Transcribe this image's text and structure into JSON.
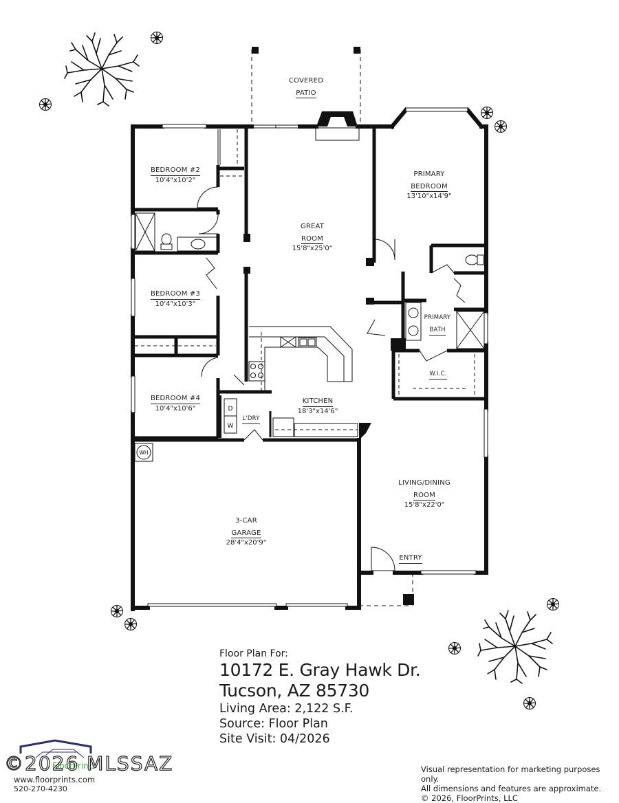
{
  "rooms": [
    {
      "id": "covered-patio",
      "name_lines": [
        "COVERED",
        "PATIO"
      ],
      "dimensions": ""
    },
    {
      "id": "bedroom-2",
      "name_lines": [
        "BEDROOM #2"
      ],
      "dimensions": "10'4\"x10'2\""
    },
    {
      "id": "great-room",
      "name_lines": [
        "GREAT",
        "ROOM"
      ],
      "dimensions": "15'8\"x25'0\""
    },
    {
      "id": "primary-bedroom",
      "name_lines": [
        "PRIMARY",
        "BEDROOM"
      ],
      "dimensions": "13'10\"x14'9\""
    },
    {
      "id": "bedroom-3",
      "name_lines": [
        "BEDROOM #3"
      ],
      "dimensions": "10'4\"x10'3\""
    },
    {
      "id": "primary-bath",
      "name_lines": [
        "PRIMARY",
        "BATH"
      ],
      "dimensions": ""
    },
    {
      "id": "wic",
      "name_lines": [
        "W.I.C."
      ],
      "dimensions": ""
    },
    {
      "id": "bedroom-4",
      "name_lines": [
        "BEDROOM #4"
      ],
      "dimensions": "10'4\"x10'6\""
    },
    {
      "id": "kitchen",
      "name_lines": [
        "KITCHEN"
      ],
      "dimensions": "18'3\"x14'6\""
    },
    {
      "id": "laundry",
      "name_lines": [
        "L'DRY"
      ],
      "dimensions": ""
    },
    {
      "id": "garage",
      "name_lines": [
        "3-CAR",
        "GARAGE"
      ],
      "dimensions": "28'4\"x20'9\""
    },
    {
      "id": "living-dining",
      "name_lines": [
        "LIVING/DINING",
        "ROOM"
      ],
      "dimensions": "15'8\"x22'0\""
    },
    {
      "id": "entry",
      "name_lines": [
        "ENTRY"
      ],
      "dimensions": ""
    }
  ],
  "fixtures": {
    "water_heater": "WH",
    "dryer": "D",
    "washer": "W"
  },
  "info": {
    "intro": "Floor Plan For:",
    "address_line1": "10172 E. Gray Hawk Dr.",
    "address_line2": "Tucson, AZ 85730",
    "living_area": "Living Area:  2,122 S.F.",
    "source": "Source:  Floor Plan",
    "site_visit": "Site Visit:  04/2026"
  },
  "disclaimer": {
    "line1": "Visual representation for marketing purposes only.",
    "line2": "All dimensions and features are approximate.",
    "line3": "© 2026, FloorPrints, LLC"
  },
  "logo": {
    "brand": "FloorPrints",
    "website": "www.floorprints.com",
    "phone": "520-270-4230",
    "watermark": "©2026 MLSSAZ",
    "roof_color": "#2b2f6b",
    "brand_color": "#3bae3b"
  },
  "icons": [
    "tree-large-icon",
    "shrub-icon",
    "toilet-icon",
    "sink-icon",
    "shower-icon",
    "range-icon",
    "dishwasher-icon",
    "kitchen-sink-icon",
    "door-swing-icon",
    "window-icon"
  ]
}
